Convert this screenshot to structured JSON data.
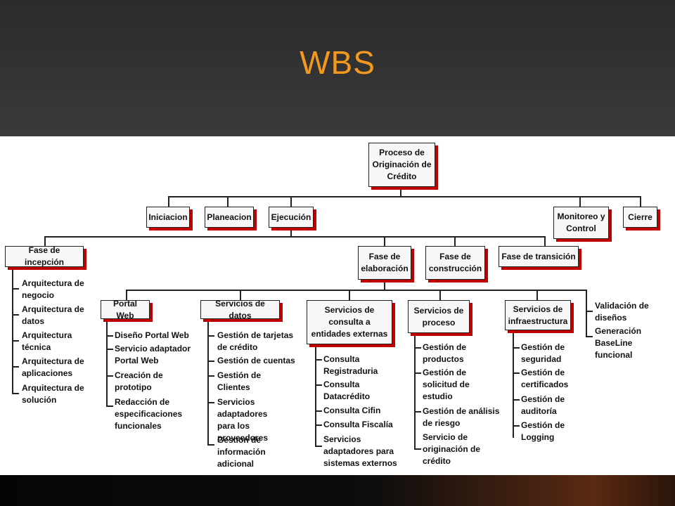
{
  "slide": {
    "title": "WBS"
  },
  "wbs": {
    "root": "Proceso de Originación de Crédito",
    "phases": {
      "iniciacion": "Iniciacion",
      "planeacion": "Planeacion",
      "ejecucion": "Ejecución",
      "monitoreo": "Monitoreo y Control",
      "cierre": "Cierre"
    },
    "stages": {
      "incepcion": "Fase de incepción",
      "elaboracion": "Fase de elaboración",
      "construccion": "Fase de construcción",
      "transicion": "Fase de transición"
    },
    "incepcion_items": [
      "Arquitectura de negocio",
      "Arquitectura de datos",
      "Arquitectura técnica",
      "Arquitectura de aplicaciones",
      "Arquitectura de solución"
    ],
    "services": {
      "portal": "Portal Web",
      "datos": "Servicios de datos",
      "consulta": "Servicios de consulta a entidades externas",
      "proceso": "Servicios de proceso",
      "infra": "Servicios de infraestructura"
    },
    "portal_items": [
      "Diseño Portal Web",
      "Servicio adaptador Portal Web",
      "Creación de prototipo",
      "Redacción de especificaciones funcionales"
    ],
    "datos_items": [
      "Gestión de tarjetas de crédito",
      "Gestión de cuentas",
      "Gestión de Clientes",
      "Servicios adaptadores para los proveedores",
      "Gestión de información adicional"
    ],
    "consulta_items": [
      "Consulta Registraduria",
      "Consulta Datacrédito",
      "Consulta Cifin",
      "Consulta Fiscalía",
      "Servicios adaptadores para sistemas externos"
    ],
    "proceso_items": [
      "Gestión de productos",
      "Gestión de solicitud de estudio",
      "Gestión de análisis de riesgo",
      "Servicio de originación de crédito"
    ],
    "infra_items": [
      "Gestión de seguridad",
      "Gestión de certificados",
      "Gestión de auditoría",
      "Gestión de Logging"
    ],
    "elab_extra": [
      "Validación de diseños",
      "Generación BaseLine funcional"
    ]
  }
}
